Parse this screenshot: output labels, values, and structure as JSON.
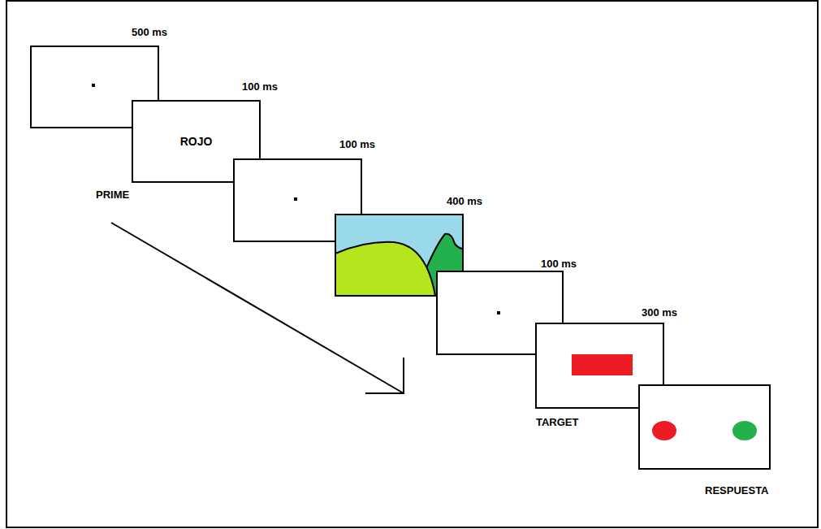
{
  "diagram": {
    "nodes": [
      {
        "text": [
          "ROJO"
        ]
      }
    ],
    "labels": [
      "500 ms",
      "100 ms",
      "100 ms",
      "400 ms",
      "100 ms",
      "300 ms",
      "PRIME",
      "TARGET",
      "RESPUESTA"
    ]
  }
}
